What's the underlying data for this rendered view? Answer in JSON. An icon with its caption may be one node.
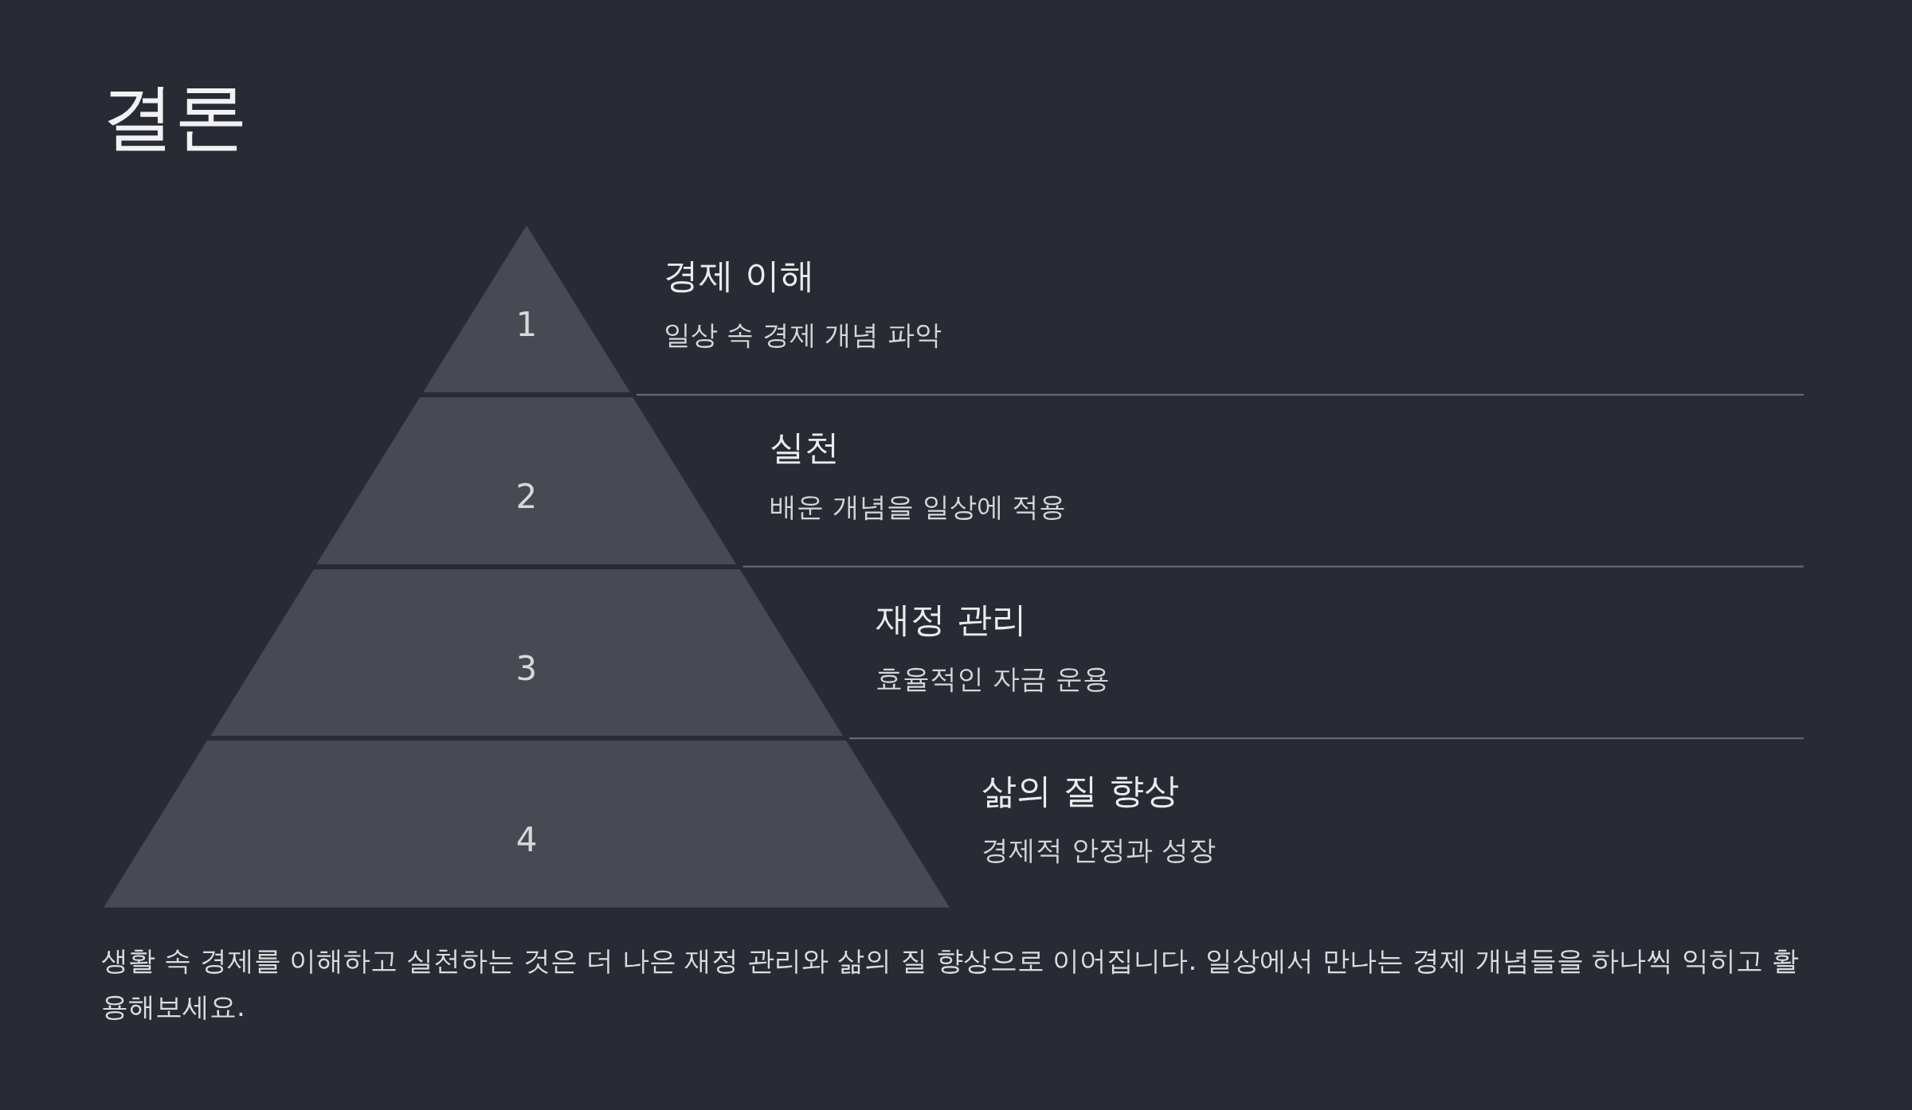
{
  "diagram": {
    "title": "결론",
    "nodes": [
      {
        "text": [
          "1"
        ],
        "beside": [
          "경제 이해",
          "일상 속 경제 개념 파악"
        ]
      },
      {
        "text": [
          "2"
        ],
        "beside": [
          "실천",
          "배운 개념을 일상에 적용"
        ]
      },
      {
        "text": [
          "3"
        ],
        "beside": [
          "재정 관리",
          "효율적인 자금 운용"
        ]
      },
      {
        "text": [
          "4"
        ],
        "beside": [
          "삶의 질 향상",
          "경제적 안정과 성장"
        ]
      }
    ],
    "caption": "생활 속 경제를 이해하고 실천하는 것은 더 나은 재정 관리와 삶의 질 향상으로 이어집니다. 일상에서 만나는 경제 개념들을 하나씩 익히고 활용해보세요."
  }
}
